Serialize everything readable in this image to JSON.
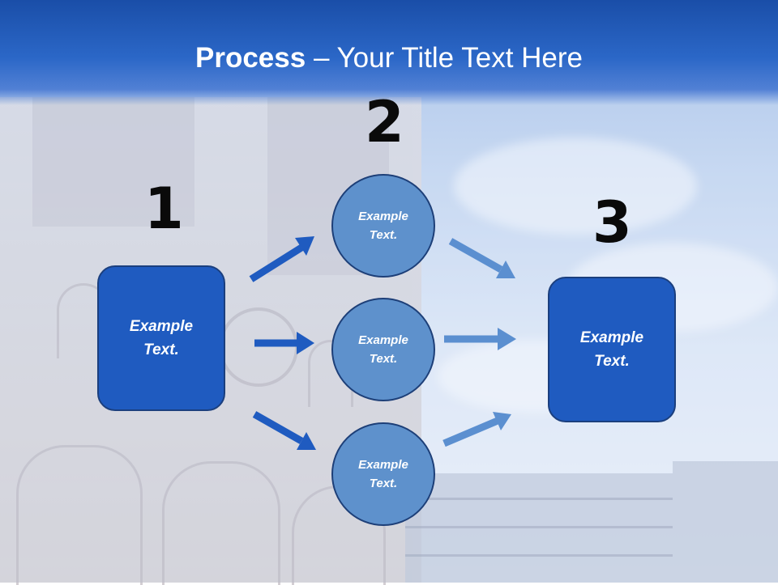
{
  "title": {
    "bold": "Process",
    "rest": " – Your Title Text Here"
  },
  "numbers": {
    "n1": "1",
    "n2": "2",
    "n3": "3"
  },
  "left_box": {
    "line1": "Example",
    "line2": "Text."
  },
  "circles": [
    {
      "line1": "Example",
      "line2": "Text."
    },
    {
      "line1": "Example",
      "line2": "Text."
    },
    {
      "line1": "Example",
      "line2": "Text."
    }
  ],
  "right_box": {
    "line1": "Example",
    "line2": "Text."
  },
  "colors": {
    "header": "#1a4ea8",
    "box_fill": "#1f5bc0",
    "circle_fill": "#5e91cc",
    "arrow_dark": "#1f5bc0",
    "arrow_light": "#5b8fd0"
  }
}
